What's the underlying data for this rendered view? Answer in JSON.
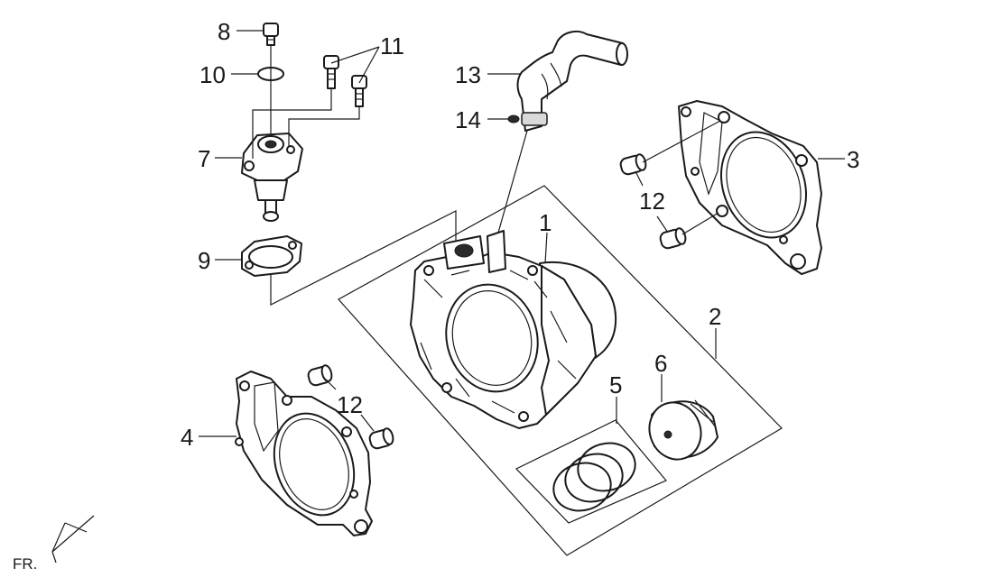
{
  "callouts": {
    "c1": "1",
    "c2": "2",
    "c3": "3",
    "c4": "4",
    "c5": "5",
    "c6": "6",
    "c7": "7",
    "c8": "8",
    "c9": "9",
    "c10": "10",
    "c11": "11",
    "c12a": "12",
    "c12b": "12",
    "c13": "13",
    "c14": "14"
  },
  "orientation": {
    "label": "FR."
  }
}
